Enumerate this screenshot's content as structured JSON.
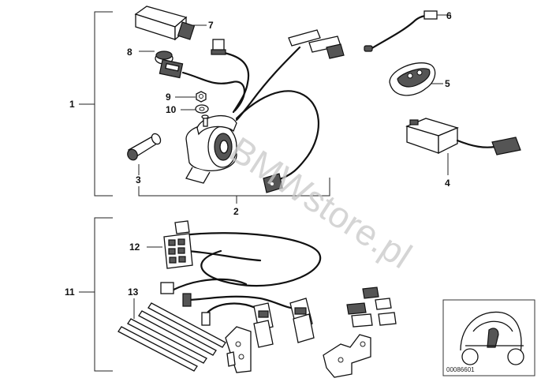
{
  "diagram": {
    "watermark": "BMWstore.pl",
    "image_number": "00086601",
    "callouts": [
      {
        "id": "c1",
        "text": "1"
      },
      {
        "id": "c2",
        "text": "2"
      },
      {
        "id": "c3",
        "text": "3"
      },
      {
        "id": "c4",
        "text": "4"
      },
      {
        "id": "c5",
        "text": "5"
      },
      {
        "id": "c6",
        "text": "6"
      },
      {
        "id": "c7",
        "text": "7"
      },
      {
        "id": "c8",
        "text": "8"
      },
      {
        "id": "c9",
        "text": "9"
      },
      {
        "id": "c10",
        "text": "10"
      },
      {
        "id": "c11",
        "text": "11"
      },
      {
        "id": "c12",
        "text": "12"
      },
      {
        "id": "c13",
        "text": "13"
      }
    ]
  }
}
